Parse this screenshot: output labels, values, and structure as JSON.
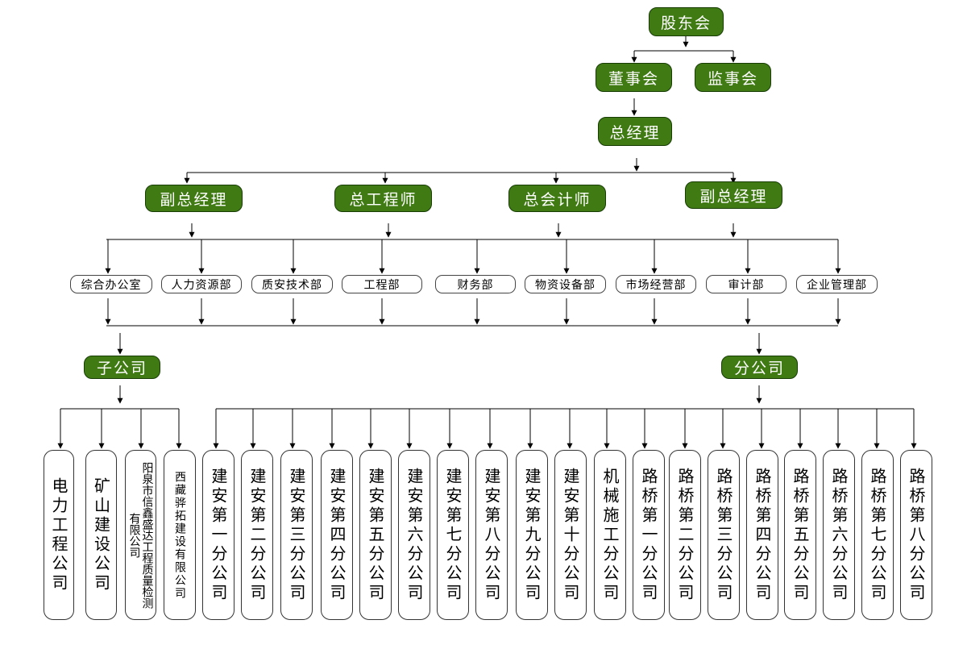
{
  "top": {
    "shareholders": "股东会",
    "board": "董事会",
    "supervisors": "监事会",
    "gm": "总经理"
  },
  "executives": [
    {
      "label": "副总经理"
    },
    {
      "label": "总工程师"
    },
    {
      "label": "总会计师"
    },
    {
      "label": "副总经理"
    }
  ],
  "departments": [
    {
      "label": "综合办公室"
    },
    {
      "label": "人力资源部"
    },
    {
      "label": "质安技术部"
    },
    {
      "label": "工程部"
    },
    {
      "label": "财务部"
    },
    {
      "label": "物资设备部"
    },
    {
      "label": "市场经营部"
    },
    {
      "label": "审计部"
    },
    {
      "label": "企业管理部"
    }
  ],
  "groups": {
    "subsidiaries": "子公司",
    "branches": "分公司"
  },
  "subsidiaries": [
    {
      "label": "电力工程公司"
    },
    {
      "label": "矿山建设公司"
    },
    {
      "label": "阳泉市信鑫盛达工程质量检测有限公司"
    },
    {
      "label": "西藏骅拓建设有限公司"
    }
  ],
  "branches": [
    {
      "label": "建安第一分公司"
    },
    {
      "label": "建安第二分公司"
    },
    {
      "label": "建安第三分公司"
    },
    {
      "label": "建安第四分公司"
    },
    {
      "label": "建安第五分公司"
    },
    {
      "label": "建安第六分公司"
    },
    {
      "label": "建安第七分公司"
    },
    {
      "label": "建安第八分公司"
    },
    {
      "label": "建安第九分公司"
    },
    {
      "label": "建安第十分公司"
    },
    {
      "label": "机械施工分公司"
    },
    {
      "label": "路桥第一分公司"
    },
    {
      "label": "路桥第二分公司"
    },
    {
      "label": "路桥第三分公司"
    },
    {
      "label": "路桥第四分公司"
    },
    {
      "label": "路桥第五分公司"
    },
    {
      "label": "路桥第六分公司"
    },
    {
      "label": "路桥第七分公司"
    },
    {
      "label": "路桥第八分公司"
    }
  ],
  "colors": {
    "node_fill": "#3f7a13",
    "node_border": "#173d05",
    "node_text": "#ffffff",
    "line": "#000000"
  }
}
